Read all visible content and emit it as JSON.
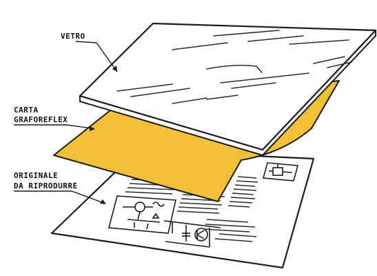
{
  "labels": {
    "glass": "VETRO",
    "paper_line1": "CARTA",
    "paper_line2": "GRAFOREFLEX",
    "original_line1": "ORIGINALE",
    "original_line2": "DA RIPRODURRE"
  },
  "colors": {
    "paper_yellow": "#f2c037",
    "ink": "#1a1a1a",
    "glass_fill": "#ffffff",
    "sheet_fill": "#ffffff"
  }
}
